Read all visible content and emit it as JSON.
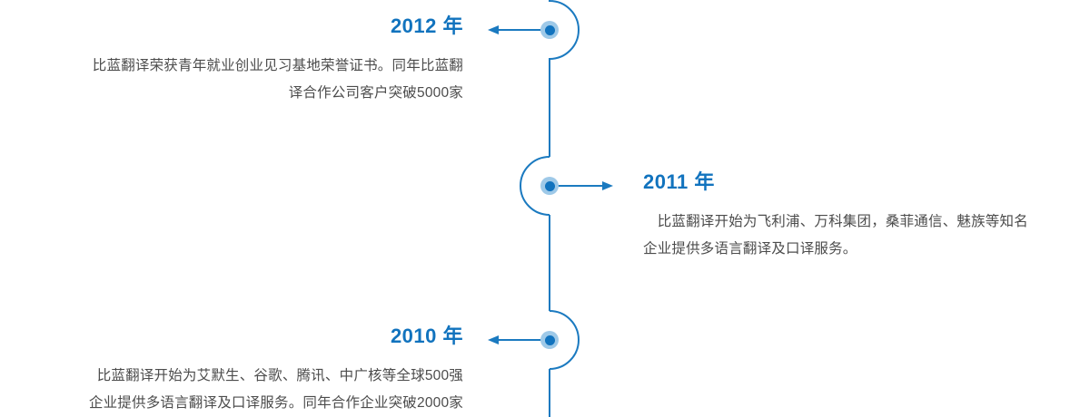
{
  "theme": {
    "accent": "#1173be",
    "dot_halo": "#9ec9e8",
    "spine": "#1b7ac0",
    "body_text": "#4c4c4c",
    "background": "#ffffff"
  },
  "timeline": {
    "orientation": "vertical",
    "entries": [
      {
        "id": "2012",
        "year_label": "2012 年",
        "side": "left",
        "arrow_direction": "left",
        "bulge": "right",
        "desc_lines": [
          "比蓝翻译荣获青年就业创业见习基地荣誉证书。同年比蓝翻",
          "译合作公司客户突破5000家"
        ],
        "desc_full": "比蓝翻译荣获青年就业创业见习基地荣誉证书。同年比蓝翻译合作公司客户突破5000家"
      },
      {
        "id": "2011",
        "year_label": "2011 年",
        "side": "right",
        "arrow_direction": "right",
        "bulge": "left",
        "desc_lines": [
          "　比蓝翻译开始为飞利浦、万科集团，桑菲通信、魅族等知名",
          "企业提供多语言翻译及口译服务。"
        ],
        "desc_full": "比蓝翻译开始为飞利浦、万科集团，桑菲通信、魅族等知名企业提供多语言翻译及口译服务。"
      },
      {
        "id": "2010",
        "year_label": "2010 年",
        "side": "left",
        "arrow_direction": "left",
        "bulge": "right",
        "desc_lines": [
          "比蓝翻译开始为艾默生、谷歌、腾讯、中广核等全球500强",
          "企业提供多语言翻译及口译服务。同年合作企业突破2000家"
        ],
        "desc_full": "比蓝翻译开始为艾默生、谷歌、腾讯、中广核等全球500强企业提供多语言翻译及口译服务。同年合作企业突破2000家"
      }
    ]
  }
}
